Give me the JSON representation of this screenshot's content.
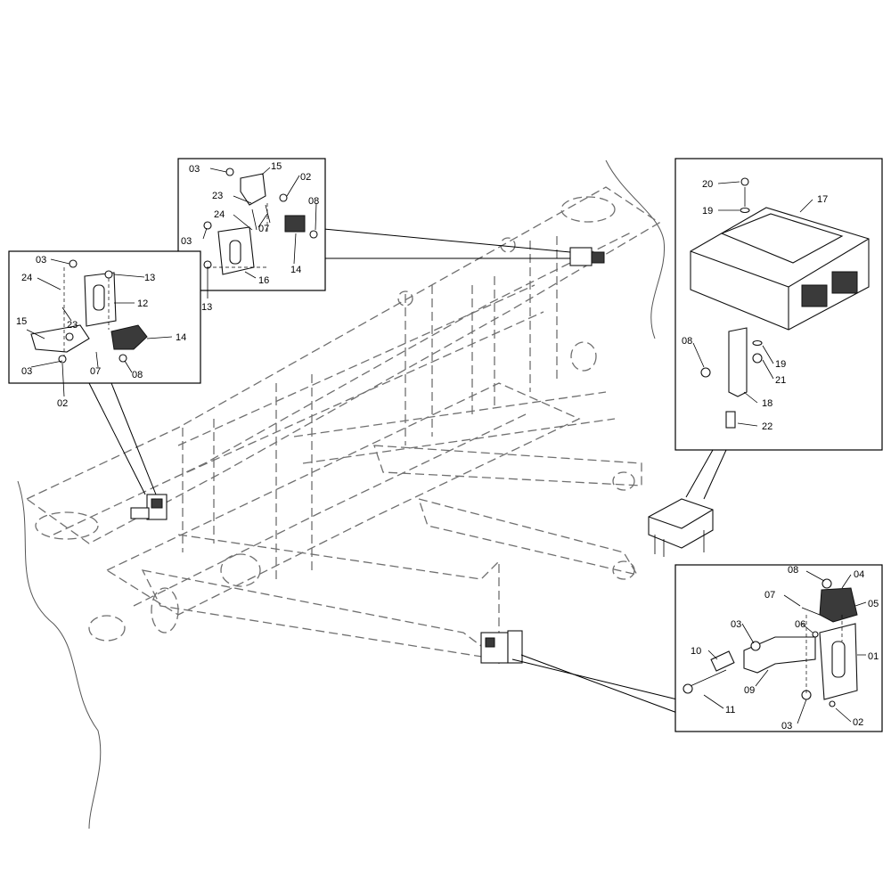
{
  "insets": {
    "top_left": {
      "labels": [
        "03",
        "15",
        "02",
        "23",
        "08",
        "24",
        "07",
        "03",
        "14",
        "16",
        "13"
      ]
    },
    "left": {
      "labels": [
        "03",
        "13",
        "24",
        "12",
        "23",
        "15",
        "14",
        "03",
        "07",
        "08",
        "02"
      ]
    },
    "right_top": {
      "labels": [
        "20",
        "17",
        "19",
        "08",
        "19",
        "21",
        "18",
        "22"
      ]
    },
    "right_bottom": {
      "labels": [
        "08",
        "04",
        "07",
        "05",
        "06",
        "03",
        "10",
        "01",
        "09",
        "11",
        "03",
        "02"
      ]
    }
  }
}
